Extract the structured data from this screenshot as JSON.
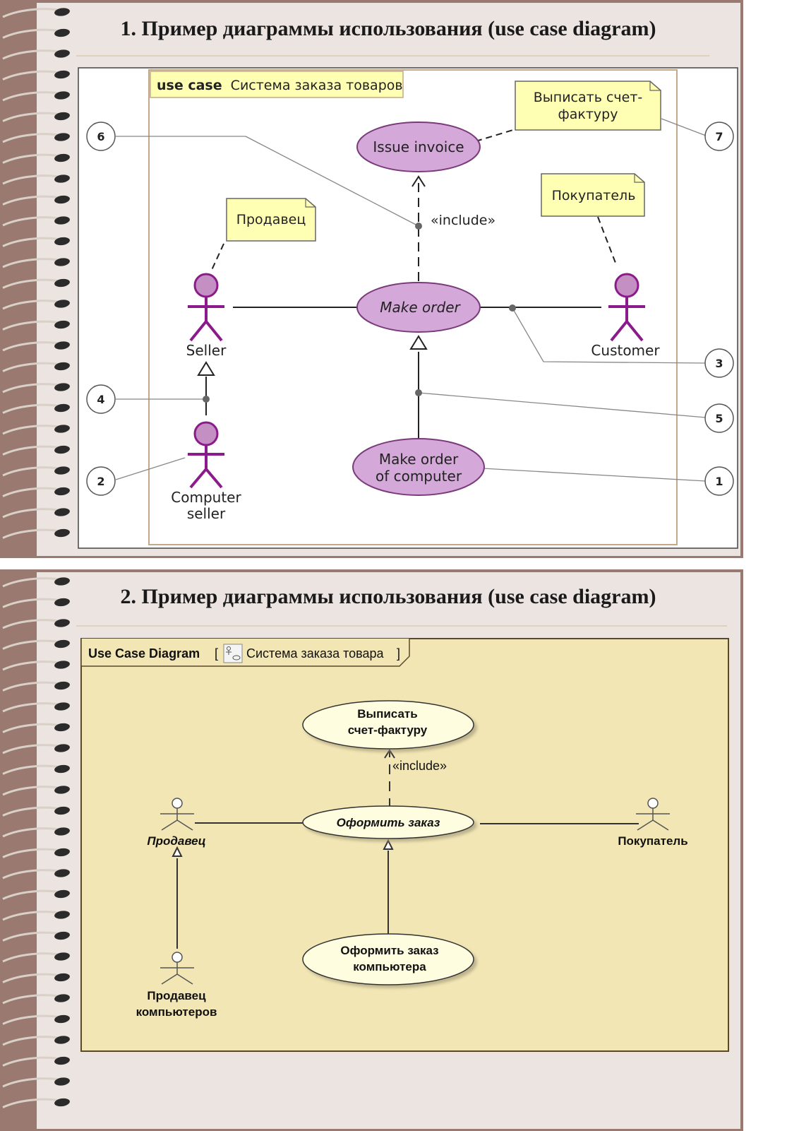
{
  "colors": {
    "slide_bg": "#ece4e1",
    "slide_border": "#9a7a70",
    "spiral_dark": "#2b2b2b",
    "uml_note_fill": "#ffffb4",
    "uml_usecase_fill": "#d4a8d8",
    "uml_actor": "#8b1a8b",
    "uml_actor_head": "#c490c4",
    "diagram2_bg": "#f2e6b5",
    "diagram2_usecase_fill": "#fffde0"
  },
  "slide1": {
    "title": "1. Пример диаграммы использования (use case diagram)",
    "frame_keyword": "use case",
    "frame_name": "Система заказа товаров",
    "use_cases": {
      "issue_invoice": "Issue invoice",
      "make_order": "Make order",
      "make_order_computer_line1": "Make order",
      "make_order_computer_line2": "of computer"
    },
    "actors": {
      "seller": "Seller",
      "customer": "Customer",
      "computer_seller_line1": "Computer",
      "computer_seller_line2": "seller"
    },
    "notes": {
      "seller_note": "Продавец",
      "customer_note": "Покупатель",
      "invoice_note_line1": "Выписать счет-",
      "invoice_note_line2": "фактуру"
    },
    "include_label": "«include»",
    "callouts": [
      "1",
      "2",
      "3",
      "4",
      "5",
      "6",
      "7"
    ]
  },
  "slide2": {
    "title": "2. Пример диаграммы использования (use case diagram)",
    "frame_label": "Use Case Diagram",
    "frame_bracket_open": "[",
    "frame_name": "Система заказа товара",
    "frame_bracket_close": "]",
    "use_cases": {
      "invoice_line1": "Выписать",
      "invoice_line2": "счет-фактуру",
      "make_order": "Оформить заказ",
      "computer_order_line1": "Оформить заказ",
      "computer_order_line2": "компьютера"
    },
    "actors": {
      "seller": "Продавец",
      "buyer": "Покупатель",
      "computer_seller_line1": "Продавец",
      "computer_seller_line2": "компьютеров"
    },
    "include_label": "«include»"
  }
}
